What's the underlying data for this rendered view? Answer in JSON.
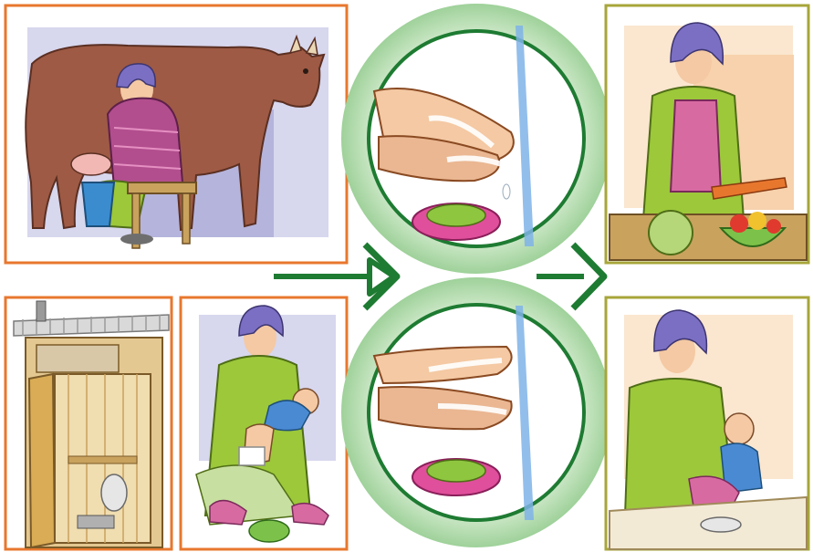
{
  "colors": {
    "orange_frame": "#e8772e",
    "olive_frame": "#a7a63a",
    "arrow_green": "#1e7b32",
    "ring_light": "#a9d6a3",
    "ring_dark": "#1e7b32",
    "headscarf": "#7b6fc4",
    "blouse": "#9cc83a",
    "cow": "#9e5a44",
    "soap": "#8ec63f",
    "soap_dish": "#e04f9b",
    "water": "#7fb3e8",
    "wood": "#c9a25e"
  },
  "panels": [
    {
      "id": "milking-cow",
      "frame": "orange",
      "icon": "cow-milking-scene"
    },
    {
      "id": "outdoor-toilet",
      "frame": "orange",
      "icon": "latrine-scene"
    },
    {
      "id": "changing-baby",
      "frame": "orange",
      "icon": "baby-diaper-scene"
    },
    {
      "id": "washing-hands-top",
      "frame": "ring",
      "icon": "handwashing-soap"
    },
    {
      "id": "washing-hands-bottom",
      "frame": "ring",
      "icon": "handwashing-soap"
    },
    {
      "id": "preparing-food",
      "frame": "olive",
      "icon": "cooking-scene"
    },
    {
      "id": "feeding-child",
      "frame": "olive",
      "icon": "feeding-scene"
    }
  ],
  "arrows": [
    {
      "id": "arrow-to-handwashing",
      "icon": "right-arrow"
    },
    {
      "id": "arrow-to-food",
      "icon": "right-arrow"
    }
  ]
}
